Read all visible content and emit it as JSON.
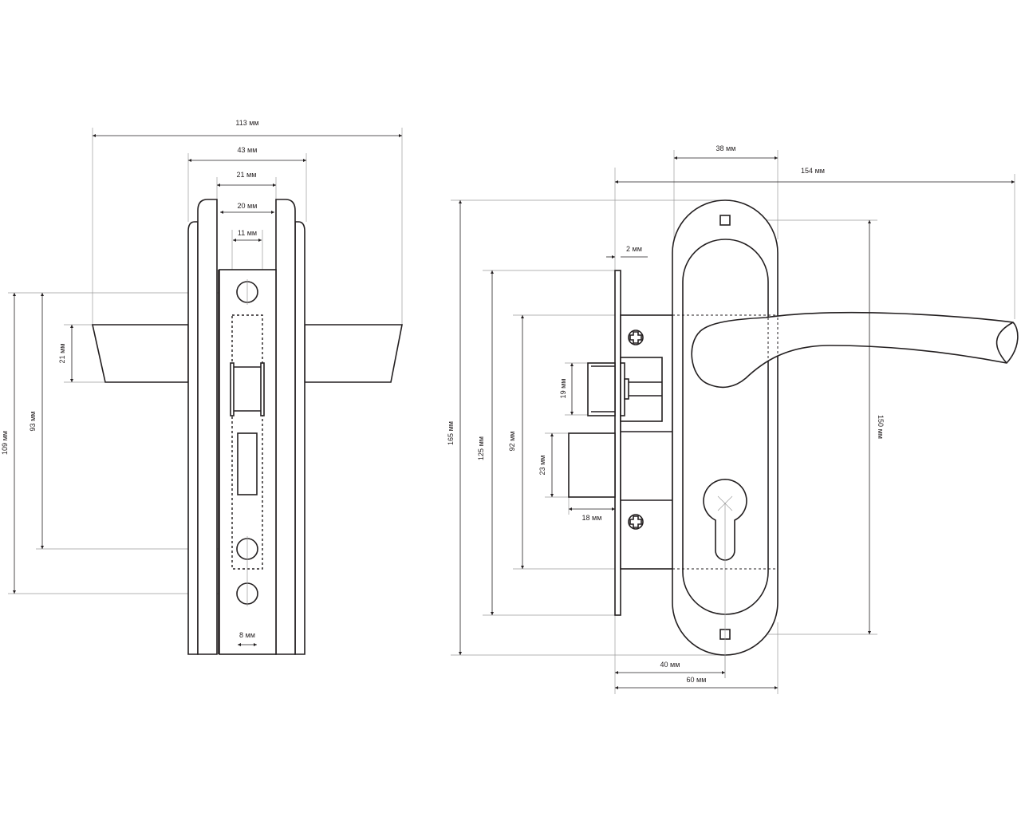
{
  "side_view": {
    "dims": {
      "width_total": "113 мм",
      "rosette_width": "43 мм",
      "plate_21": "21 мм",
      "plate_20": "20 мм",
      "strike_11": "11 мм",
      "bolt_8": "8 мм",
      "height_109": "109 мм",
      "height_93": "93 мм",
      "handle_21": "21 мм"
    }
  },
  "front_view": {
    "dims": {
      "d38": "38 мм",
      "d154": "154 мм",
      "d2": "2 мм",
      "d165": "165 мм",
      "d125": "125 мм",
      "d92": "92 мм",
      "d19": "19 мм",
      "d23": "23 мм",
      "d18": "18 мм",
      "d150": "150 мм",
      "d40": "40 мм",
      "d60": "60 мм"
    }
  }
}
